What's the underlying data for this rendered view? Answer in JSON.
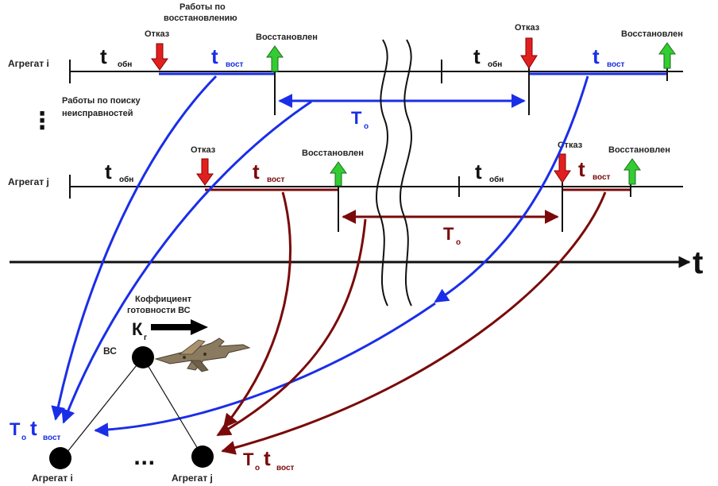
{
  "labels": {
    "aggregate_i": "Агрегат i",
    "aggregate_j": "Агрегат j",
    "failure": "Отказ",
    "restored": "Восстановлен",
    "restoration_work": "Работы по восстановлению",
    "troubleshooting_work": "Работы по поиску неисправностей",
    "t_main": "t",
    "sub_obn": "обн",
    "sub_vost": "вост",
    "T_main": "Т",
    "sub_o": "о",
    "axis_t": "t",
    "readiness": "Коффициент готовности ВС",
    "K_main": "К",
    "sub_g": "г",
    "vs": "ВС",
    "ellipsis_vertical": "⋮",
    "ellipsis_horizontal": "...",
    "node_i": "Агрегат i",
    "node_j": "Агрегат j"
  },
  "colors": {
    "blue": "#1a2ee8",
    "darkred": "#7a0a0a",
    "red_arrow": "#e02020",
    "green_arrow": "#33cc33",
    "black": "#111111"
  }
}
